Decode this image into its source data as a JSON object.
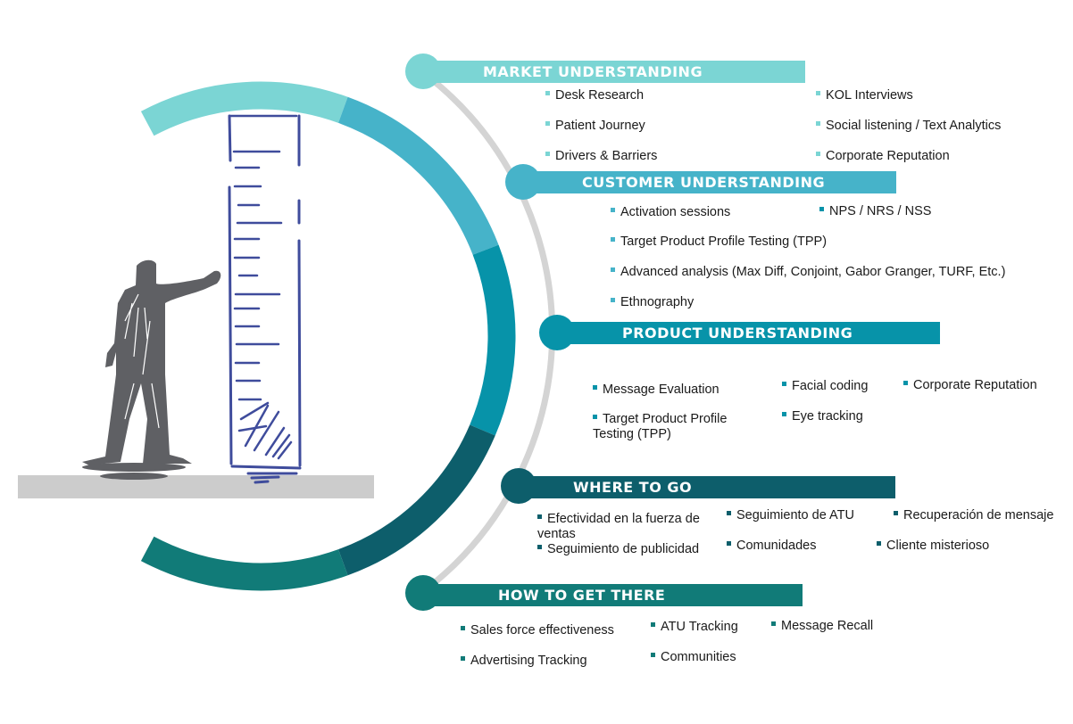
{
  "colors": {
    "market": "#7bd5d4",
    "customer": "#46b3c9",
    "product": "#0793a9",
    "where": "#0d5e6b",
    "how": "#117b78",
    "connector": "#d4d4d4",
    "floor": "#cccccc",
    "figure": "#5f6064",
    "ruler": "#3f4c9c"
  },
  "sections": [
    {
      "id": "market",
      "title": "MARKET UNDERSTANDING",
      "items": [
        "Desk Research",
        "Patient Journey",
        "Drivers & Barriers",
        "KOL Interviews",
        "Social listening / Text Analytics",
        "Corporate Reputation"
      ]
    },
    {
      "id": "customer",
      "title": "CUSTOMER UNDERSTANDING",
      "items": [
        "Activation sessions",
        "NPS / NRS / NSS",
        "Target Product Profile Testing (TPP)",
        "Advanced analysis (Max Diff, Conjoint, Gabor Granger, TURF, Etc.)",
        "Ethnography"
      ]
    },
    {
      "id": "product",
      "title": "PRODUCT UNDERSTANDING",
      "items": [
        "Message Evaluation",
        "Target Product Profile Testing (TPP)",
        "Facial coding",
        "Eye tracking",
        "Corporate Reputation"
      ]
    },
    {
      "id": "where",
      "title": "WHERE TO GO",
      "items": [
        "Efectividad en la fuerza de ventas",
        "Seguimiento de publicidad",
        "Seguimiento de ATU",
        "Comunidades",
        "Recuperación de mensaje",
        "Cliente misterioso"
      ]
    },
    {
      "id": "how",
      "title": "HOW TO GET THERE",
      "items": [
        "Sales force effectiveness",
        "Advertising Tracking",
        "ATU Tracking",
        "Communities",
        "Message Recall"
      ]
    }
  ]
}
